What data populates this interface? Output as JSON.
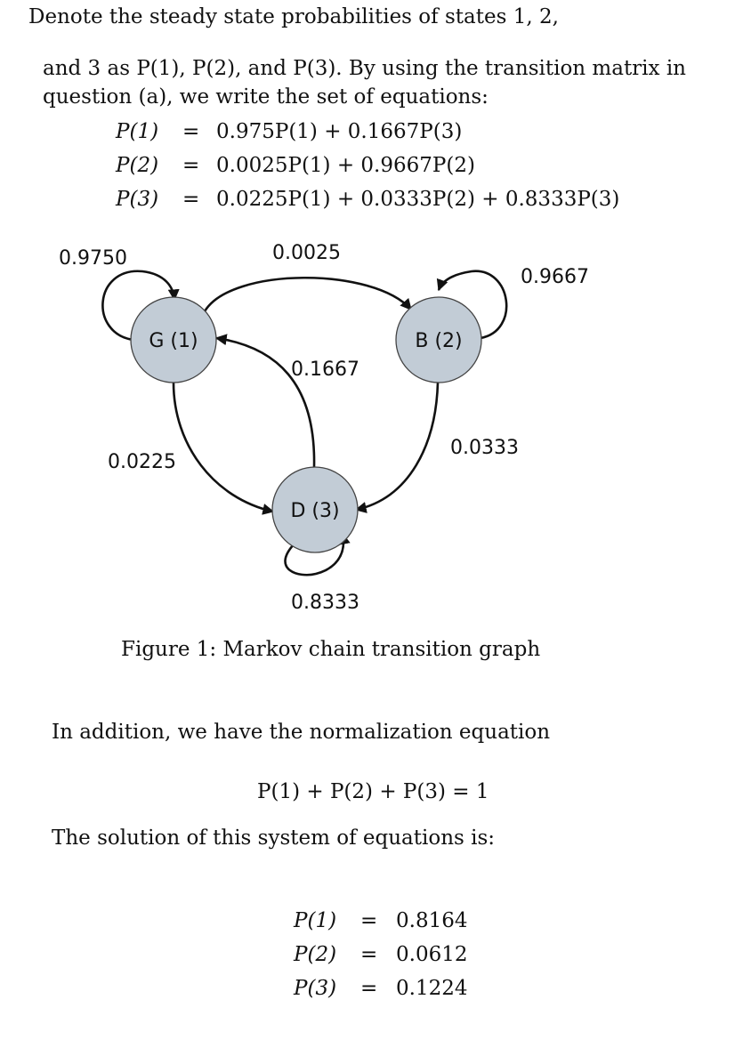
{
  "paragraphs": {
    "intro_line1": "Denote the steady state probabilities of states 1, 2,",
    "intro_line2": "and 3 as P(1), P(2), and P(3). By using the transition matrix in",
    "intro_line3": "question (a), we write the set of equations:",
    "normalization_intro": "In addition, we have the normalization equation",
    "normalization_eq": "P(1) + P(2) + P(3) = 1",
    "solution_intro": "The solution of this system of equations is:"
  },
  "balance_equations": [
    {
      "lhs": "P(1)",
      "op": "=",
      "rhs": "0.975P(1) + 0.1667P(3)"
    },
    {
      "lhs": "P(2)",
      "op": "=",
      "rhs": "0.0025P(1) + 0.9667P(2)"
    },
    {
      "lhs": "P(3)",
      "op": "=",
      "rhs": "0.0225P(1) + 0.0333P(2) + 0.8333P(3)"
    }
  ],
  "graph": {
    "nodes": [
      {
        "id": "G",
        "label": "G (1)"
      },
      {
        "id": "B",
        "label": "B (2)"
      },
      {
        "id": "D",
        "label": "D (3)"
      }
    ],
    "edges": [
      {
        "from": "G",
        "to": "G",
        "label": "0.9750"
      },
      {
        "from": "G",
        "to": "B",
        "label": "0.0025"
      },
      {
        "from": "B",
        "to": "B",
        "label": "0.9667"
      },
      {
        "from": "D",
        "to": "G",
        "label": "0.1667"
      },
      {
        "from": "G",
        "to": "D",
        "label": "0.0225"
      },
      {
        "from": "B",
        "to": "D",
        "label": "0.0333"
      },
      {
        "from": "D",
        "to": "D",
        "label": "0.8333"
      }
    ],
    "node_fill": "#c2ccd6"
  },
  "figure_caption": "Figure 1: Markov chain transition graph",
  "solution": [
    {
      "lhs": "P(1)",
      "op": "=",
      "rhs": "0.8164"
    },
    {
      "lhs": "P(2)",
      "op": "=",
      "rhs": "0.0612"
    },
    {
      "lhs": "P(3)",
      "op": "=",
      "rhs": "0.1224"
    }
  ]
}
